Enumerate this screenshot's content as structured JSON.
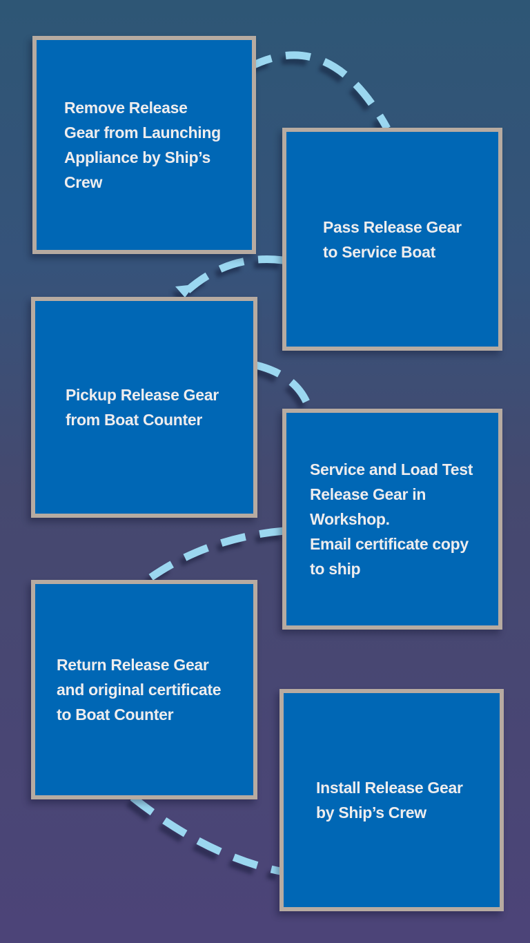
{
  "style": {
    "bg_top": "#2e5675",
    "bg_upper": "#36537a",
    "bg_mid": "#45496f",
    "bg_bottom": "#4c4478",
    "box_fill": "#0067b5",
    "box_border": "#b7aba1",
    "text_color": "#eeedee",
    "connector_color": "#9bd7f0"
  },
  "flowchart": {
    "steps": [
      {
        "label": "Remove Release\nGear from Launching\nAppliance by Ship’s\nCrew"
      },
      {
        "label": "Pass Release Gear\nto Service Boat"
      },
      {
        "label": "Pickup Release Gear\nfrom Boat Counter"
      },
      {
        "label": "Service and Load Test\nRelease Gear in\nWorkshop.\nEmail certificate copy\nto ship"
      },
      {
        "label": "Return Release Gear\nand original certificate\nto Boat Counter"
      },
      {
        "label": "Install Release Gear\nby Ship’s Crew"
      }
    ]
  }
}
